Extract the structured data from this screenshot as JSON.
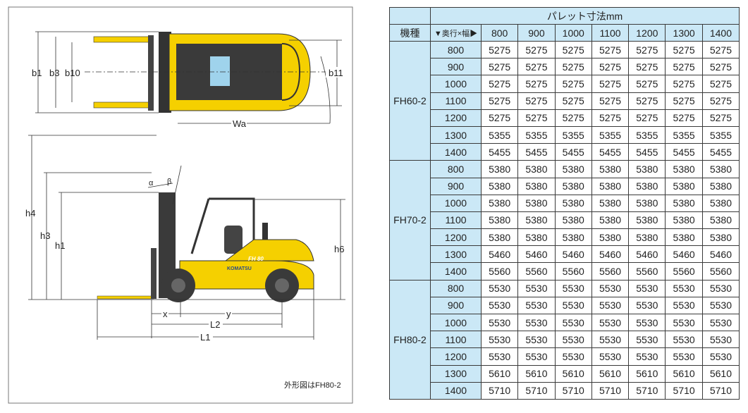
{
  "diagram": {
    "labels": {
      "b1": "b1",
      "b3": "b3",
      "b10": "b10",
      "b11": "b11",
      "wa": "Wa",
      "h4": "h4",
      "h3": "h3",
      "h1": "h1",
      "h6": "h6",
      "alpha": "α",
      "beta": "β",
      "x": "x",
      "y": "y",
      "l2": "L2",
      "l1": "L1"
    },
    "brand": "KOMATSU",
    "model_mark": "FH 80",
    "caption": "外形図はFH80-2",
    "colors": {
      "body": "#f5d000",
      "dark": "#333333",
      "glass": "#9fd3ec"
    }
  },
  "table": {
    "title": "パレット寸法mm",
    "model_header": "機種",
    "axis_header": "▼奥行×幅▶",
    "widths": [
      "800",
      "900",
      "1000",
      "1100",
      "1200",
      "1300",
      "1400"
    ],
    "header_color": "#cbe8f6",
    "groups": [
      {
        "model": "FH60-2",
        "rows": [
          {
            "depth": "800",
            "values": [
              "5275",
              "5275",
              "5275",
              "5275",
              "5275",
              "5275",
              "5275"
            ]
          },
          {
            "depth": "900",
            "values": [
              "5275",
              "5275",
              "5275",
              "5275",
              "5275",
              "5275",
              "5275"
            ]
          },
          {
            "depth": "1000",
            "values": [
              "5275",
              "5275",
              "5275",
              "5275",
              "5275",
              "5275",
              "5275"
            ]
          },
          {
            "depth": "1100",
            "values": [
              "5275",
              "5275",
              "5275",
              "5275",
              "5275",
              "5275",
              "5275"
            ]
          },
          {
            "depth": "1200",
            "values": [
              "5275",
              "5275",
              "5275",
              "5275",
              "5275",
              "5275",
              "5275"
            ]
          },
          {
            "depth": "1300",
            "values": [
              "5355",
              "5355",
              "5355",
              "5355",
              "5355",
              "5355",
              "5355"
            ]
          },
          {
            "depth": "1400",
            "values": [
              "5455",
              "5455",
              "5455",
              "5455",
              "5455",
              "5455",
              "5455"
            ]
          }
        ]
      },
      {
        "model": "FH70-2",
        "rows": [
          {
            "depth": "800",
            "values": [
              "5380",
              "5380",
              "5380",
              "5380",
              "5380",
              "5380",
              "5380"
            ]
          },
          {
            "depth": "900",
            "values": [
              "5380",
              "5380",
              "5380",
              "5380",
              "5380",
              "5380",
              "5380"
            ]
          },
          {
            "depth": "1000",
            "values": [
              "5380",
              "5380",
              "5380",
              "5380",
              "5380",
              "5380",
              "5380"
            ]
          },
          {
            "depth": "1100",
            "values": [
              "5380",
              "5380",
              "5380",
              "5380",
              "5380",
              "5380",
              "5380"
            ]
          },
          {
            "depth": "1200",
            "values": [
              "5380",
              "5380",
              "5380",
              "5380",
              "5380",
              "5380",
              "5380"
            ]
          },
          {
            "depth": "1300",
            "values": [
              "5460",
              "5460",
              "5460",
              "5460",
              "5460",
              "5460",
              "5460"
            ]
          },
          {
            "depth": "1400",
            "values": [
              "5560",
              "5560",
              "5560",
              "5560",
              "5560",
              "5560",
              "5560"
            ]
          }
        ]
      },
      {
        "model": "FH80-2",
        "rows": [
          {
            "depth": "800",
            "values": [
              "5530",
              "5530",
              "5530",
              "5530",
              "5530",
              "5530",
              "5530"
            ]
          },
          {
            "depth": "900",
            "values": [
              "5530",
              "5530",
              "5530",
              "5530",
              "5530",
              "5530",
              "5530"
            ]
          },
          {
            "depth": "1000",
            "values": [
              "5530",
              "5530",
              "5530",
              "5530",
              "5530",
              "5530",
              "5530"
            ]
          },
          {
            "depth": "1100",
            "values": [
              "5530",
              "5530",
              "5530",
              "5530",
              "5530",
              "5530",
              "5530"
            ]
          },
          {
            "depth": "1200",
            "values": [
              "5530",
              "5530",
              "5530",
              "5530",
              "5530",
              "5530",
              "5530"
            ]
          },
          {
            "depth": "1300",
            "values": [
              "5610",
              "5610",
              "5610",
              "5610",
              "5610",
              "5610",
              "5610"
            ]
          },
          {
            "depth": "1400",
            "values": [
              "5710",
              "5710",
              "5710",
              "5710",
              "5710",
              "5710",
              "5710"
            ]
          }
        ]
      }
    ]
  }
}
